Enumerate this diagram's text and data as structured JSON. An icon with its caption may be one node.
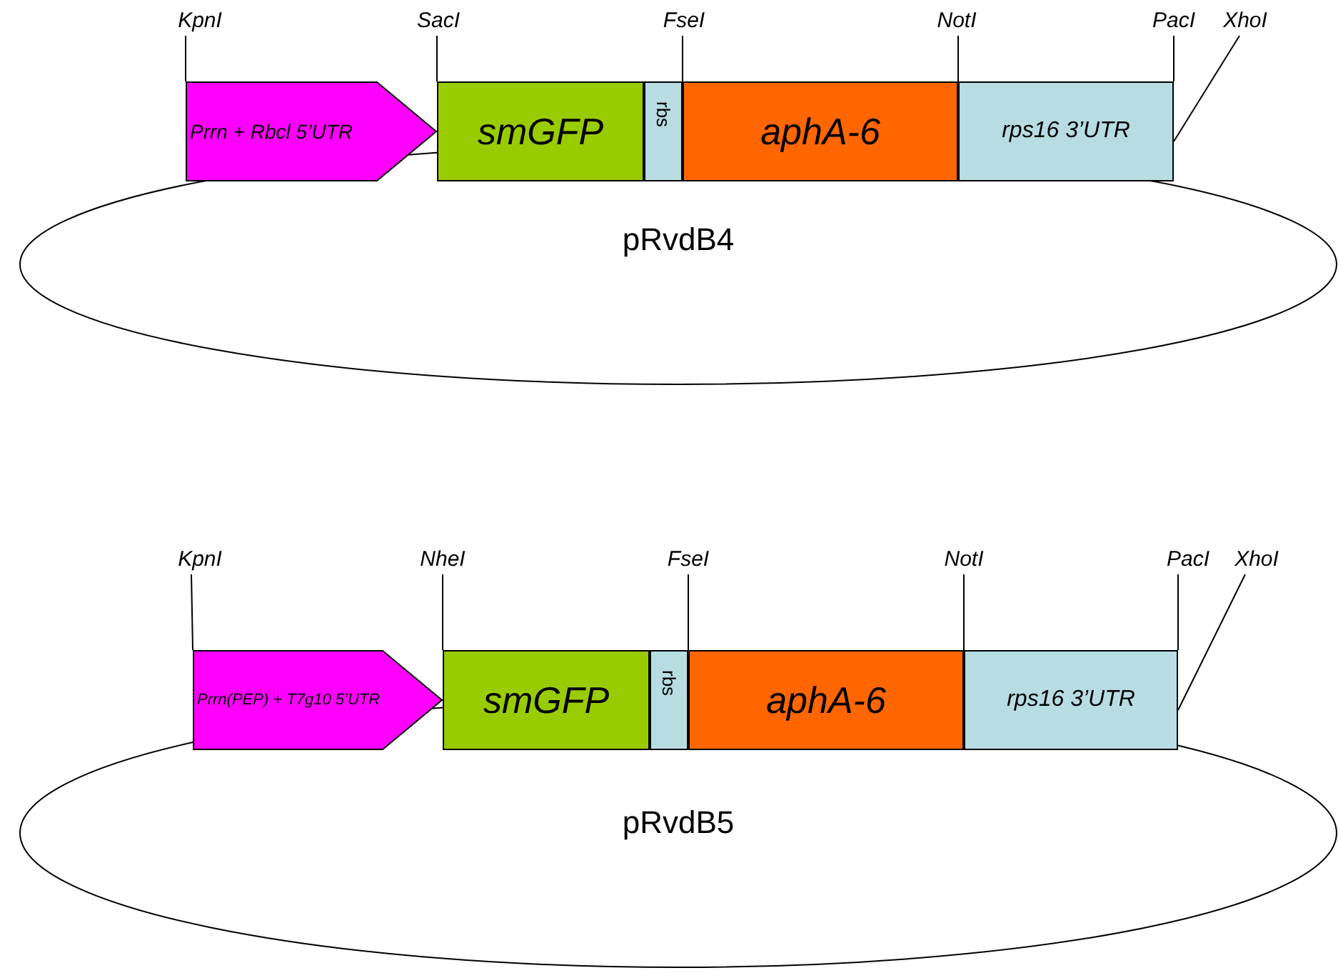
{
  "diagram": {
    "nodes": [
      {
        "text": [
          "pRvdB4"
        ]
      },
      {
        "text": [
          "Prrn + Rbcl 5’UTR"
        ]
      },
      {
        "text": [
          "smGFP"
        ]
      },
      {
        "text": [
          "rbs"
        ]
      },
      {
        "text": [
          "aphA-6"
        ]
      },
      {
        "text": [
          "rps16 3’UTR"
        ]
      },
      {
        "text": [
          "KpnI"
        ]
      },
      {
        "text": [
          "SacI"
        ]
      },
      {
        "text": [
          "FseI"
        ]
      },
      {
        "text": [
          "NotI"
        ]
      },
      {
        "text": [
          "PacI"
        ]
      },
      {
        "text": [
          "XhoI"
        ]
      },
      {
        "text": [
          "pRvdB5"
        ]
      },
      {
        "text": [
          "Prrn(PEP) + T7g10 5’UTR"
        ]
      },
      {
        "text": [
          "smGFP"
        ]
      },
      {
        "text": [
          "rbs"
        ]
      },
      {
        "text": [
          "aphA-6"
        ]
      },
      {
        "text": [
          "rps16 3’UTR"
        ]
      },
      {
        "text": [
          "KpnI"
        ]
      },
      {
        "text": [
          "NheI"
        ]
      },
      {
        "text": [
          "FseI"
        ]
      },
      {
        "text": [
          "NotI"
        ]
      },
      {
        "text": [
          "PacI"
        ]
      },
      {
        "text": [
          "XhoI"
        ]
      }
    ],
    "edges": [
      {
        "from": 6,
        "to": 1,
        "arrow": "none"
      },
      {
        "from": 7,
        "to": 2,
        "arrow": "none"
      },
      {
        "from": 8,
        "to": 3,
        "arrow": "none"
      },
      {
        "from": 9,
        "to": 5,
        "arrow": "none"
      },
      {
        "from": 10,
        "to": 5,
        "arrow": "none"
      },
      {
        "from": 11,
        "to": 5,
        "arrow": "none"
      },
      {
        "from": 18,
        "to": 13,
        "arrow": "none"
      },
      {
        "from": 19,
        "to": 14,
        "arrow": "none"
      },
      {
        "from": 20,
        "to": 15,
        "arrow": "none"
      },
      {
        "from": 21,
        "to": 17,
        "arrow": "none"
      },
      {
        "from": 22,
        "to": 17,
        "arrow": "none"
      },
      {
        "from": 23,
        "to": 17,
        "arrow": "none"
      }
    ]
  }
}
